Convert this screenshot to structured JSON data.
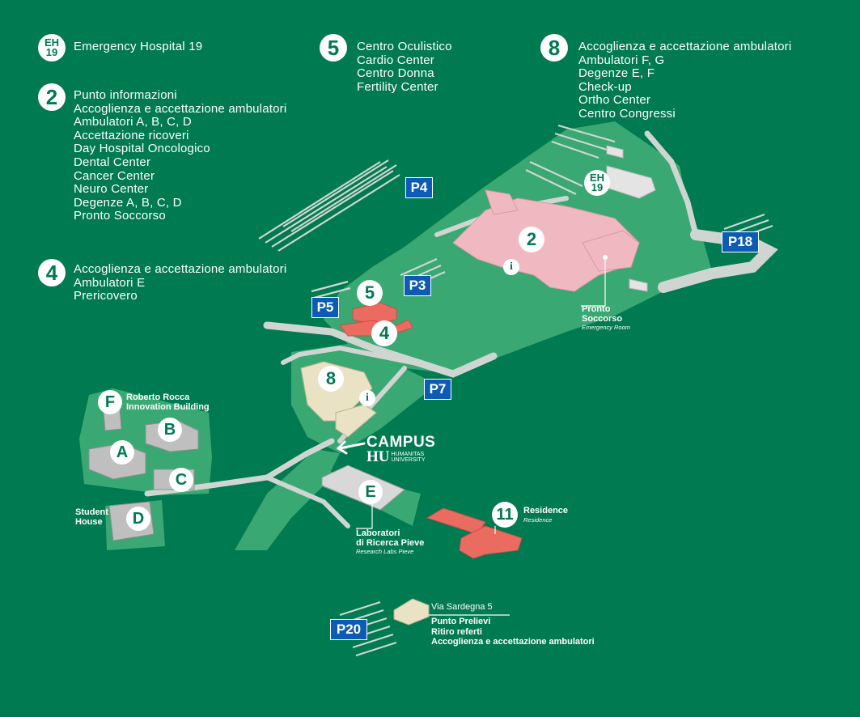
{
  "legend": {
    "eh19": {
      "badge_top": "EH",
      "badge_bottom": "19",
      "lines": [
        "Emergency Hospital 19"
      ]
    },
    "b2": {
      "badge": "2",
      "lines": [
        "Punto informazioni",
        "Accoglienza e accettazione ambulatori",
        "Ambulatori A, B, C, D",
        "Accettazione ricoveri",
        "Day Hospital Oncologico",
        "Dental Center",
        "Cancer Center",
        "Neuro Center",
        "Degenze A, B, C, D",
        "Pronto Soccorso"
      ]
    },
    "b4": {
      "badge": "4",
      "lines": [
        "Accoglienza e accettazione ambulatori",
        "Ambulatori E",
        "Prericovero"
      ]
    },
    "b5": {
      "badge": "5",
      "lines": [
        "Centro Oculistico",
        "Cardio Center",
        "Centro Donna",
        "Fertility Center"
      ]
    },
    "b8": {
      "badge": "8",
      "lines": [
        "Accoglienza e accettazione ambulatori",
        "Ambulatori F, G",
        "Degenze E, F",
        "Check-up",
        "Ortho Center",
        "Centro Congressi"
      ]
    }
  },
  "parking": [
    "P4",
    "P3",
    "P5",
    "P7",
    "P18",
    "P20"
  ],
  "map_badges": {
    "eh_top": "EH",
    "eh_bottom": "19",
    "b2": "2",
    "b5": "5",
    "b4": "4",
    "b8": "8",
    "bF": "F",
    "bA": "A",
    "bB": "B",
    "bC": "C",
    "bD": "D",
    "bE": "E",
    "b11": "11",
    "info": "i"
  },
  "labels": {
    "pronto": [
      "Pronto",
      "Soccorso"
    ],
    "pronto_sub": "Emergency Room",
    "rocca": [
      "Roberto Rocca",
      "Innovation Building"
    ],
    "student": [
      "Student",
      "House"
    ],
    "lab": [
      "Laboratori",
      "di Ricerca Pieve"
    ],
    "lab_sub": "Research Labs Pieve",
    "residence": "Residence",
    "residence_sub": "Residence",
    "campus": "CAMPUS",
    "hu": "HU",
    "hu_small": [
      "HUMANITAS",
      "UNIVERSITY"
    ],
    "sardegna": "Via Sardegna 5",
    "sardegna_lines": [
      "Punto Prelievi",
      "Ritiro referti",
      "Accoglienza e accettazione ambulatori"
    ]
  },
  "colors": {
    "background": "#007a50",
    "lawn": "#3aa873",
    "road": "#cfd6d2",
    "hospital": "#f0b9c2",
    "red_building": "#ea6b60",
    "cream_building": "#e9e2c4",
    "grey_building": "#cfcfcf",
    "parking_sign": "#0d5bb5"
  }
}
